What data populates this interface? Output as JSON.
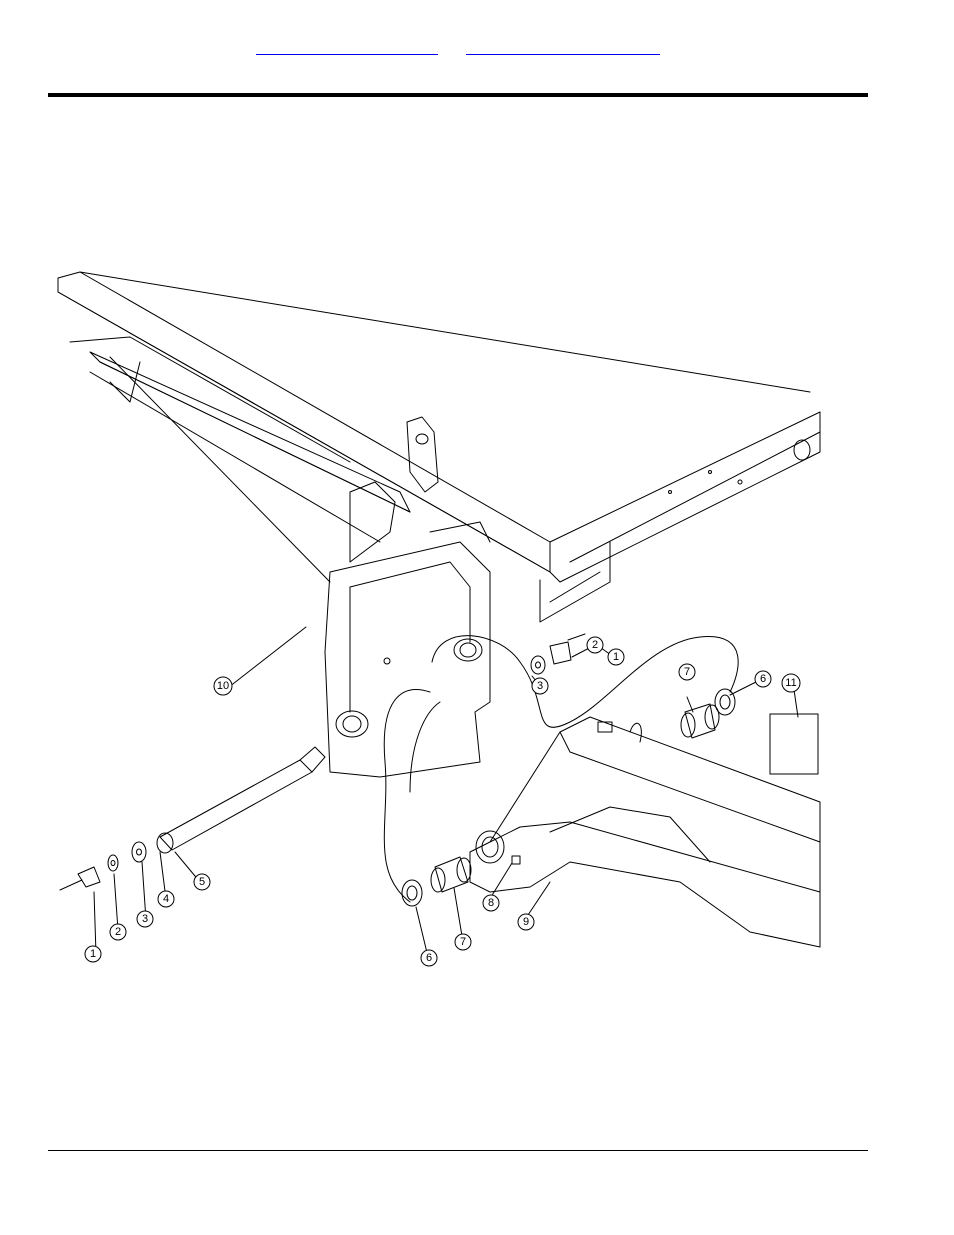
{
  "header": {
    "links": [
      "",
      ""
    ]
  },
  "diagram": {
    "callouts": [
      "1",
      "2",
      "3",
      "1",
      "2",
      "3",
      "4",
      "5",
      "6",
      "7",
      "6",
      "7",
      "8",
      "9",
      "10",
      "11"
    ]
  }
}
